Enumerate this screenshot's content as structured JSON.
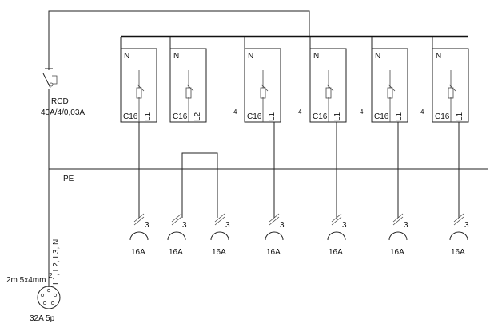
{
  "rcd": {
    "name": "RCD",
    "rating": "40A/4/0,03A"
  },
  "pe_label": "PE",
  "breakers": [
    {
      "neutral": "N",
      "phase": "L1",
      "rating": "C16"
    },
    {
      "neutral": "N",
      "phase": "L2",
      "rating": "C16"
    },
    {
      "neutral": "N",
      "phase": "L1",
      "rating": "C16"
    },
    {
      "neutral": "N",
      "phase": "L1",
      "rating": "C16"
    },
    {
      "neutral": "N",
      "phase": "L1",
      "rating": "C16"
    },
    {
      "neutral": "N",
      "phase": "L1",
      "rating": "C16"
    }
  ],
  "poles_mark": "4",
  "sockets": [
    {
      "poles": "3",
      "rating": "16A"
    },
    {
      "poles": "3",
      "rating": "16A"
    },
    {
      "poles": "3",
      "rating": "16A"
    },
    {
      "poles": "3",
      "rating": "16A"
    },
    {
      "poles": "3",
      "rating": "16A"
    },
    {
      "poles": "3",
      "rating": "16A"
    },
    {
      "poles": "3",
      "rating": "16A"
    }
  ],
  "supply": {
    "phases": "L1, L2, L3, N",
    "cable": "2m 5x4mm",
    "cable_superscript": "2",
    "plug": "32A 5p"
  }
}
